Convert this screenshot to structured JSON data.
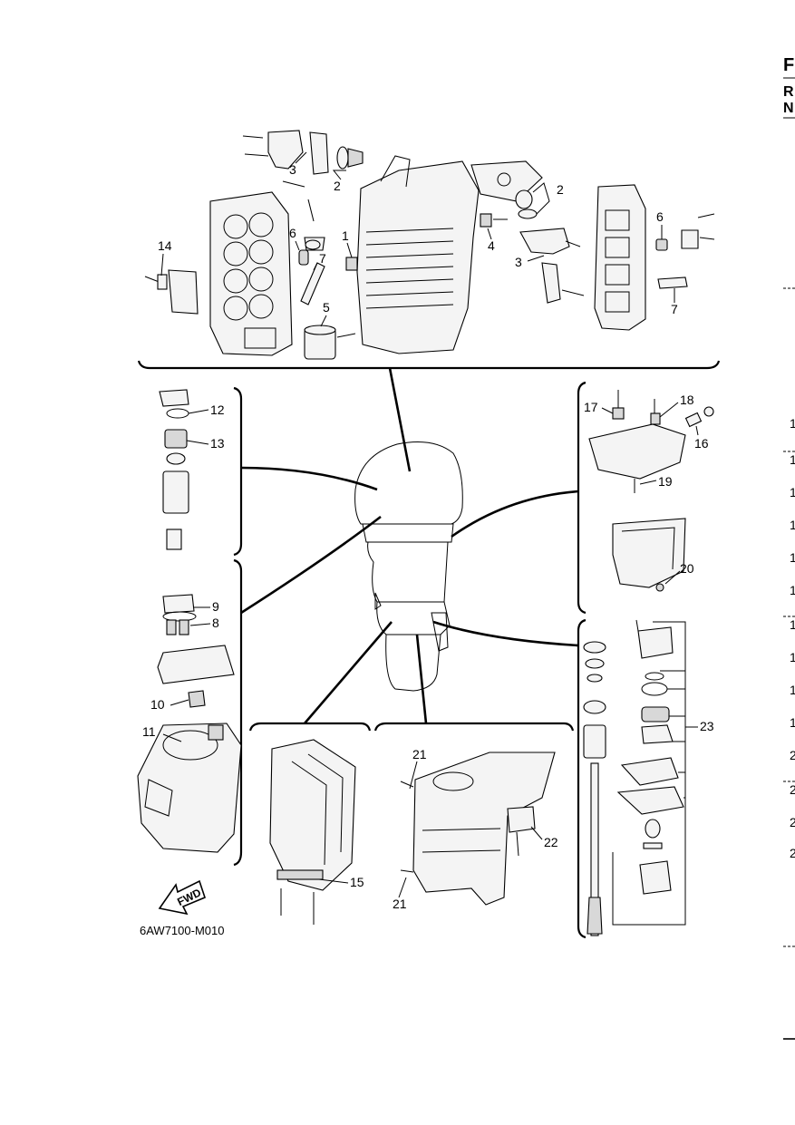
{
  "diagram_code": "6AW7100-M010",
  "fwd_label": "FWD",
  "callouts": {
    "c1": "1",
    "c2a": "2",
    "c2b": "2",
    "c3a": "3",
    "c3b": "3",
    "c4": "4",
    "c5": "5",
    "c6a": "6",
    "c6b": "6",
    "c7a": "7",
    "c7b": "7",
    "c8": "8",
    "c9": "9",
    "c10": "10",
    "c11": "11",
    "c12": "12",
    "c13": "13",
    "c14": "14",
    "c15": "15",
    "c16": "16",
    "c17": "17",
    "c18": "18",
    "c19": "19",
    "c20": "20",
    "c21a": "21",
    "c21b": "21",
    "c22": "22",
    "c23": "23"
  },
  "right_edge": {
    "heading": [
      "F",
      "R",
      "N"
    ],
    "row_fragments": [
      "1",
      "1",
      "1",
      "1",
      "1",
      "1",
      "1",
      "1",
      "1",
      "1",
      "2",
      "2",
      "2",
      "2"
    ]
  }
}
